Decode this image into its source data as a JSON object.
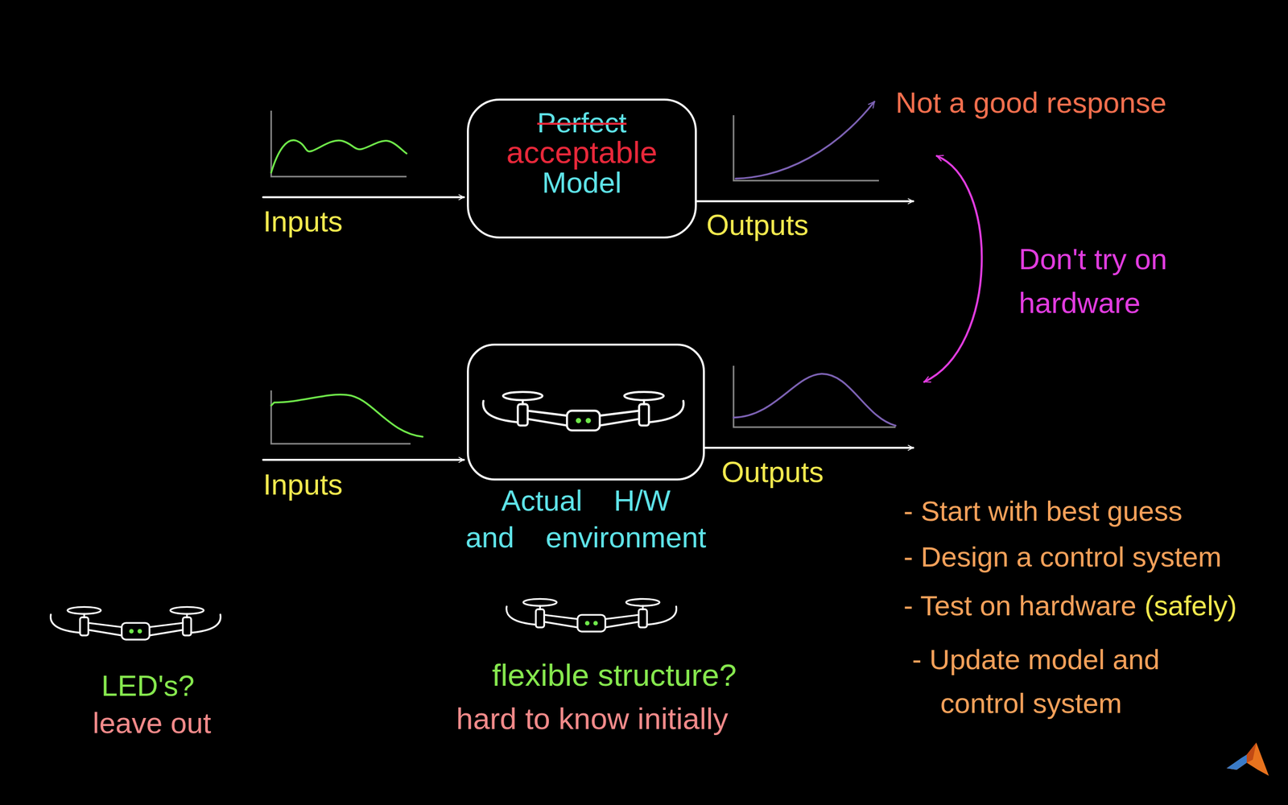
{
  "diagram": {
    "nodes": [
      {
        "text": [
          "Perfect",
          "acceptable",
          "Model"
        ]
      },
      {
        "text": [
          "Actual H/W and environment"
        ]
      }
    ],
    "labels": [
      "Inputs",
      "Outputs",
      "Not a good response",
      "Don't try on hardware",
      "Inputs",
      "Outputs",
      "- Start with best guess",
      "- Design a control system",
      "- Test on hardware",
      "(safely)",
      "- Update model and control system",
      "LED's?",
      "leave out",
      "flexible structure?",
      "hard to know initially"
    ]
  }
}
